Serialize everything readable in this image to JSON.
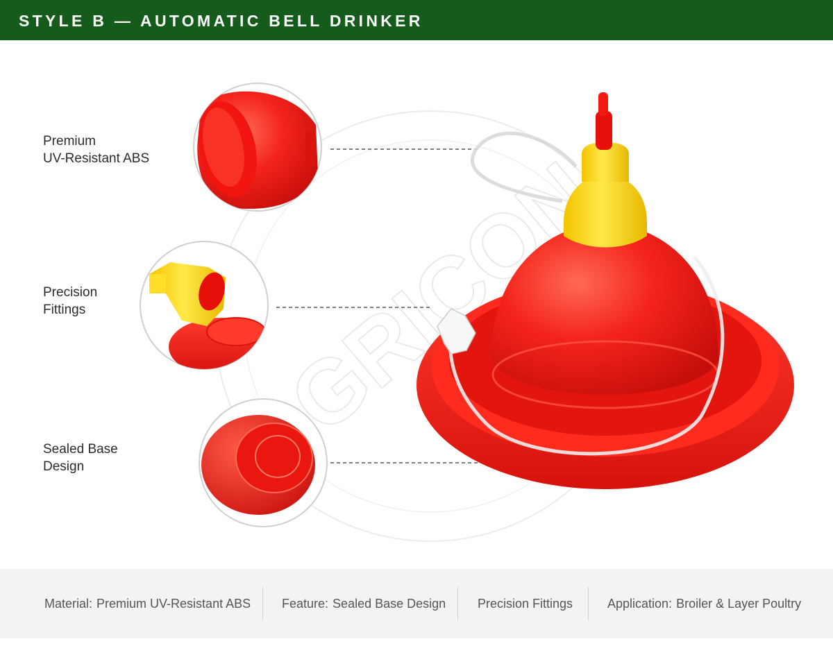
{
  "header": {
    "title": "STYLE B — AUTOMATIC BELL DRINKER"
  },
  "features": [
    {
      "lines": [
        "Premium",
        "UV-Resistant ABS"
      ]
    },
    {
      "lines": [
        "Precision",
        "Fittings"
      ]
    },
    {
      "lines": [
        "Sealed Base",
        "Design"
      ]
    }
  ],
  "watermark": {
    "text": "AGRICON"
  },
  "footer": {
    "specs": [
      {
        "key": "Material:",
        "value": "Premium UV-Resistant ABS"
      },
      {
        "key": "Feature:",
        "value": "Sealed Base Design"
      },
      {
        "key": "",
        "value": "Precision Fittings"
      },
      {
        "key": "Application:",
        "value": "Broiler & Layer Poultry"
      }
    ]
  },
  "colors": {
    "header_bg": "#155c1c",
    "product_red": "#f4201a",
    "fitting_yellow": "#fbd81a",
    "footer_bg": "#f3f3f3"
  },
  "icons": [
    "bell-drinker-product-image",
    "hopper-cup-detail",
    "fitting-detail",
    "sealed-base-detail"
  ]
}
